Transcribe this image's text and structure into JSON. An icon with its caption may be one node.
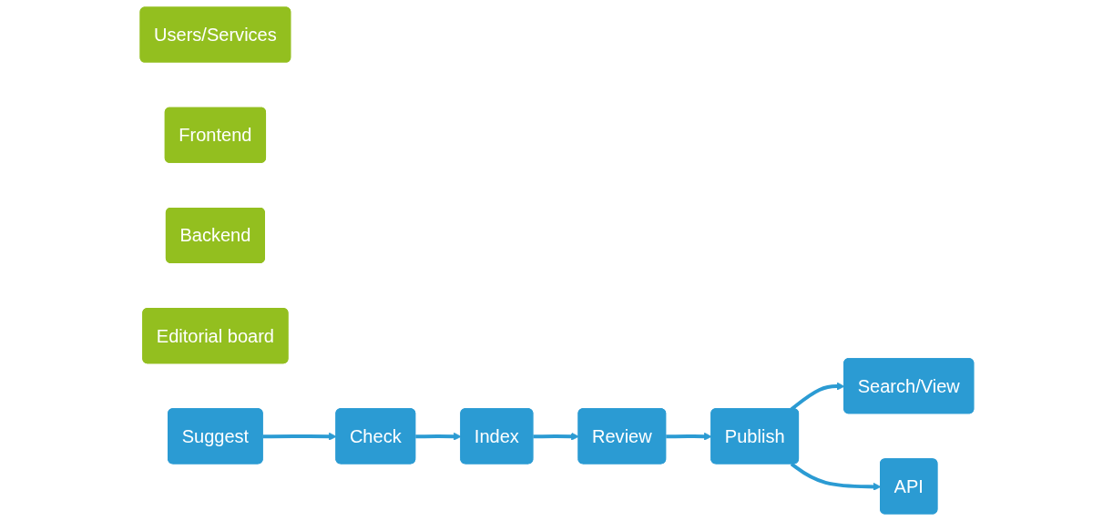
{
  "diagram": {
    "nodes": [
      {
        "text": [
          "Users/Services"
        ]
      },
      {
        "text": [
          "Frontend"
        ]
      },
      {
        "text": [
          "Backend"
        ]
      },
      {
        "text": [
          "Editorial board"
        ]
      },
      {
        "text": [
          "Suggest"
        ]
      },
      {
        "text": [
          "Check"
        ]
      },
      {
        "text": [
          "Search/View"
        ]
      },
      {
        "text": [
          "Index"
        ]
      },
      {
        "text": [
          "API"
        ]
      },
      {
        "text": [
          "Publish"
        ]
      },
      {
        "text": [
          "Review"
        ]
      }
    ],
    "edges": [
      {
        "from": 4,
        "to": 5,
        "arrow": "to"
      },
      {
        "from": 5,
        "to": 7,
        "arrow": "to"
      },
      {
        "from": 7,
        "to": 10,
        "arrow": "to"
      },
      {
        "from": 10,
        "to": 9,
        "arrow": "to"
      },
      {
        "from": 9,
        "to": 6,
        "arrow": "to"
      },
      {
        "from": 9,
        "to": 8,
        "arrow": "to"
      }
    ]
  }
}
